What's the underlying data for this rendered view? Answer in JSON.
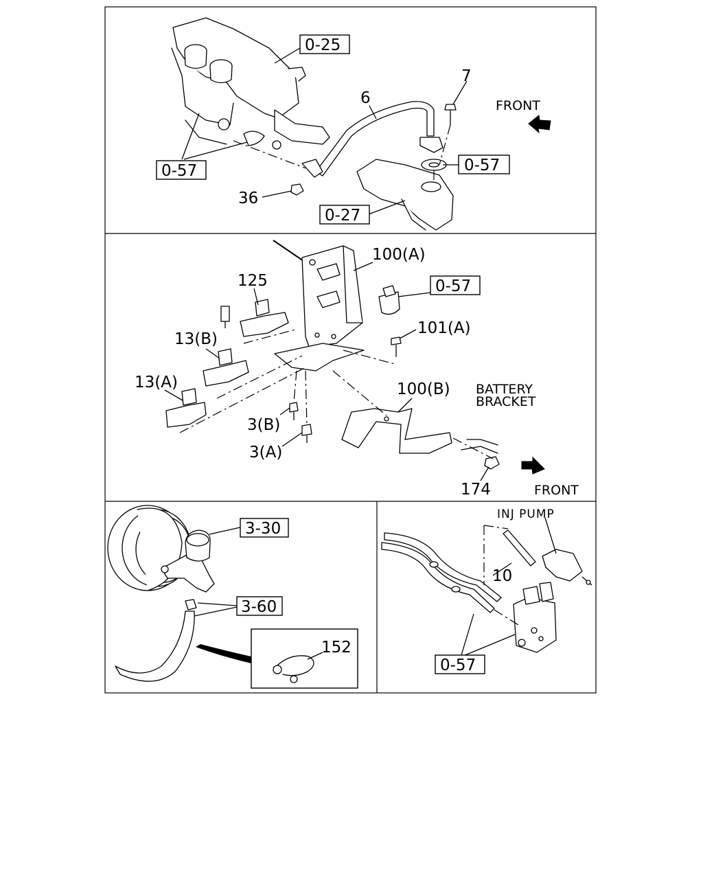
{
  "panels": {
    "top": {
      "callouts": {
        "p0_25": "0-25",
        "p7": "7",
        "p6": "6",
        "front": "FRONT",
        "p0_57_left": "0-57",
        "p0_57_right": "0-57",
        "p36": "36",
        "p0_27": "0-27"
      }
    },
    "middle": {
      "callouts": {
        "p100a": "100(A)",
        "p125": "125",
        "p0_57": "0-57",
        "p101a": "101(A)",
        "p13b": "13(B)",
        "p13a": "13(A)",
        "p100b": "100(B)",
        "battery_line1": "BATTERY",
        "battery_line2": "BRACKET",
        "p3b": "3(B)",
        "p3a": "3(A)",
        "p174": "174",
        "front": "FRONT"
      }
    },
    "bottom_left": {
      "callouts": {
        "p3_30": "3-30",
        "p3_60": "3-60",
        "p152": "152"
      }
    },
    "bottom_right": {
      "callouts": {
        "inj_pump": "INJ PUMP",
        "p10": "10",
        "p0_57": "0-57"
      }
    }
  }
}
